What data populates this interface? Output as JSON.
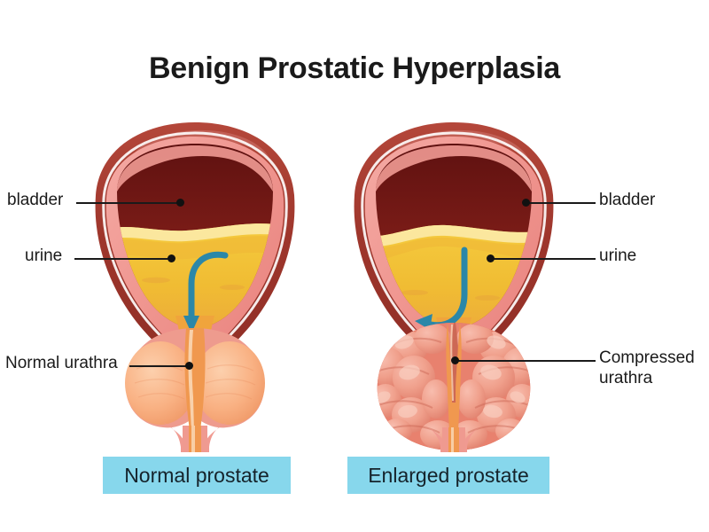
{
  "title": "Benign Prostatic Hyperplasia",
  "figures": [
    {
      "id": "normal",
      "caption": "Normal prostate",
      "labels": {
        "bladder": "bladder",
        "urine": "urine",
        "urethra": "Normal urathra"
      }
    },
    {
      "id": "enlarged",
      "caption": "Enlarged prostate",
      "labels": {
        "bladder": "bladder",
        "urine": "urine",
        "urethra_line1": "Compressed",
        "urethra_line2": "urathra"
      }
    }
  ],
  "colors": {
    "background": "#ffffff",
    "title_text": "#1a1a1a",
    "caption_box": "#87d7ec",
    "caption_text": "#15232b",
    "leader_line": "#1a1a1a",
    "bladder_outer_wall": "#a83d32",
    "bladder_outer_highlight": "#c4645a",
    "bladder_inner_wall": "#f09a95",
    "bladder_inner_wall_dark": "#e07f7c",
    "bladder_cavity": "#6e1512",
    "bladder_cavity_light": "#8d221c",
    "urine": "#f0bc33",
    "urine_highlight": "#fbe9a3",
    "urine_deep": "#eda83a",
    "flow_arrow": "#2b87a8",
    "prostate_normal": "#f7a878",
    "prostate_normal_light": "#fac69f",
    "prostate_enlarged": "#e8816e",
    "prostate_enlarged_nodule": "#f4a896",
    "urethra_channel": "#f0984f"
  }
}
